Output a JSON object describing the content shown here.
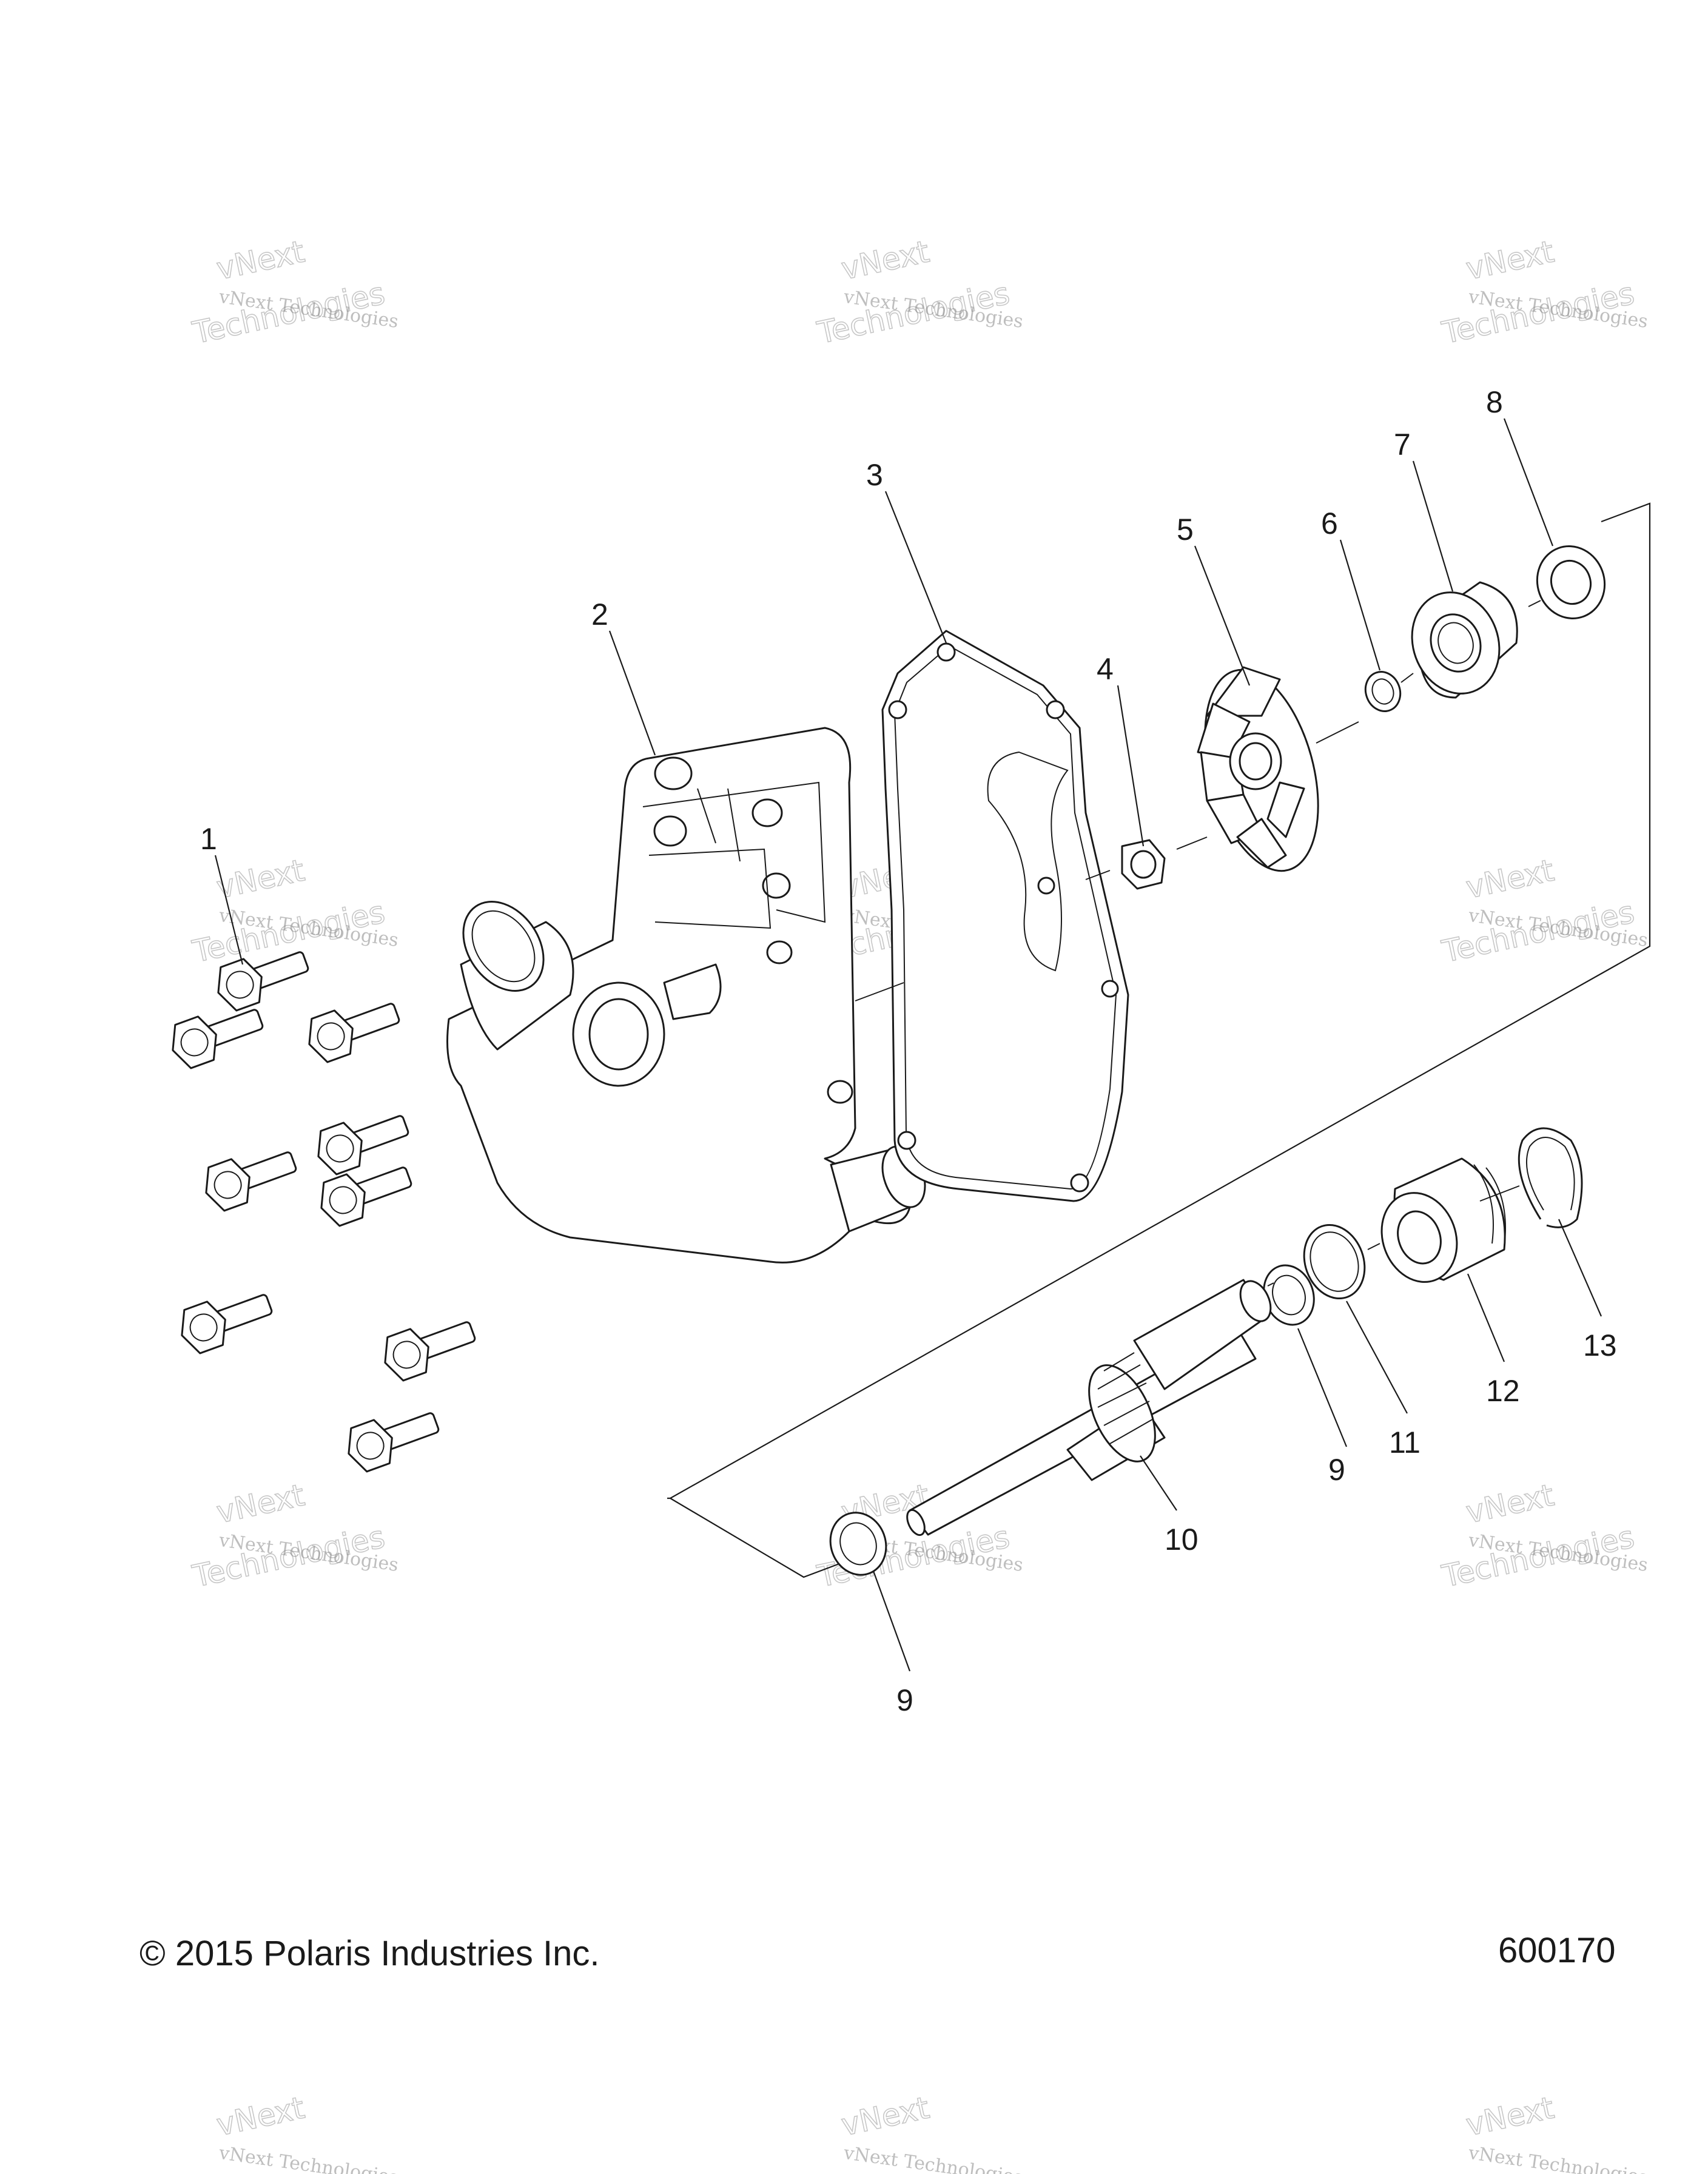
{
  "callouts": [
    {
      "id": "1",
      "label": "1"
    },
    {
      "id": "2",
      "label": "2"
    },
    {
      "id": "3",
      "label": "3"
    },
    {
      "id": "4",
      "label": "4"
    },
    {
      "id": "5",
      "label": "5"
    },
    {
      "id": "6",
      "label": "6"
    },
    {
      "id": "7",
      "label": "7"
    },
    {
      "id": "8",
      "label": "8"
    },
    {
      "id": "9a",
      "label": "9"
    },
    {
      "id": "9b",
      "label": "9"
    },
    {
      "id": "10",
      "label": "10"
    },
    {
      "id": "11",
      "label": "11"
    },
    {
      "id": "12",
      "label": "12"
    },
    {
      "id": "13",
      "label": "13"
    }
  ],
  "footer": {
    "copyright": "© 2015 Polaris Industries Inc.",
    "diagram_number": "600170"
  },
  "watermark": {
    "line1": "vNext Technologies",
    "line2": "vNext",
    "line3": "Technologies"
  }
}
